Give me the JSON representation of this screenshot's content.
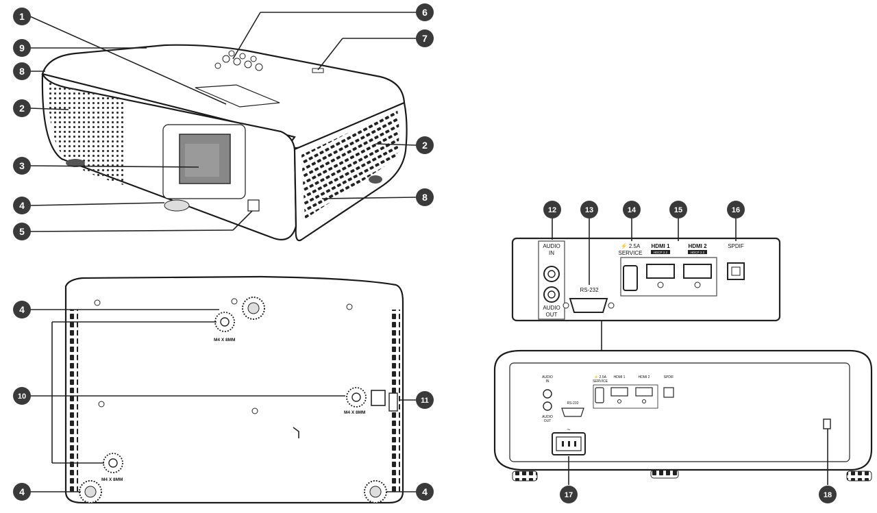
{
  "callouts": [
    "1",
    "2",
    "3",
    "4",
    "5",
    "6",
    "7",
    "8",
    "9",
    "10",
    "11",
    "12",
    "13",
    "14",
    "15",
    "16",
    "17",
    "18"
  ],
  "bottom_view": {
    "screw_label": "M4 X 8MM"
  },
  "port_panel": {
    "audio_in": [
      "AUDIO",
      "IN"
    ],
    "audio_out": [
      "AUDIO",
      "OUT"
    ],
    "rs232": "RS-232",
    "service": [
      "⚡ 2.5A",
      "SERVICE"
    ],
    "hdmi1": "HDMI 1",
    "hdmi2": "HDMI 2",
    "hdcp": "HDCP 2.2",
    "spdif": "SPDIF"
  },
  "colors": {
    "badge": "#3a3a3a",
    "line": "#222222",
    "outline": "#1a1a1a"
  }
}
